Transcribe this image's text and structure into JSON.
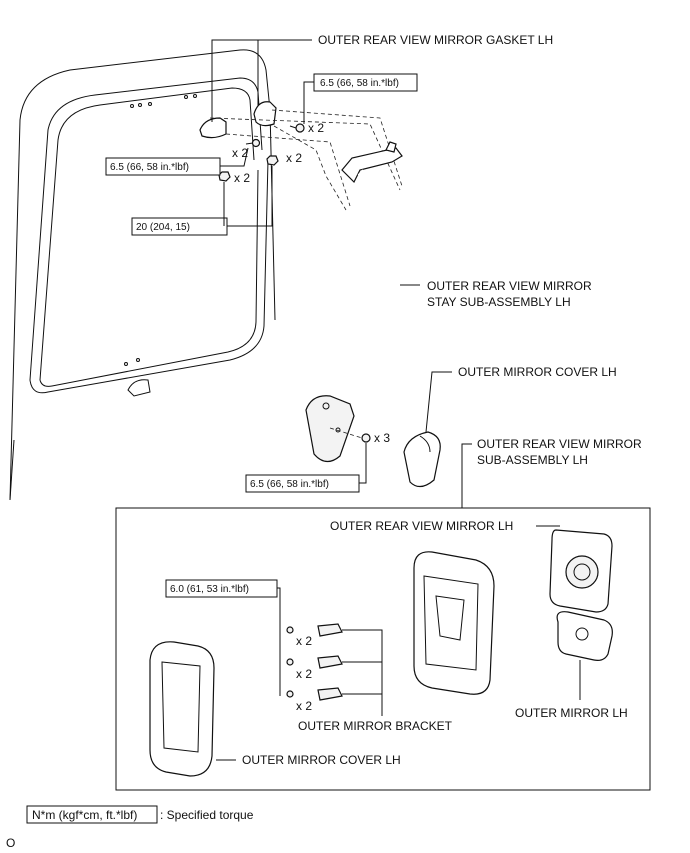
{
  "labels": {
    "gasket": "OUTER REAR VIEW MIRROR GASKET LH",
    "stay_line1": "OUTER REAR VIEW MIRROR",
    "stay_line2": "STAY SUB-ASSEMBLY LH",
    "cover_top": "OUTER MIRROR COVER LH",
    "subassy_line1": "OUTER REAR VIEW MIRROR",
    "subassy_line2": "SUB-ASSEMBLY LH",
    "mirror_lh_header": "OUTER REAR VIEW MIRROR LH",
    "outer_mirror_lh": "OUTER MIRROR LH",
    "bracket": "OUTER MIRROR BRACKET",
    "cover_bottom": "OUTER MIRROR COVER LH"
  },
  "torques": {
    "top_right": "6.5 (66, 58 in.*lbf)",
    "left": "6.5 (66, 58 in.*lbf)",
    "twenty": "20 (204, 15)",
    "bottom": "6.5 (66, 58 in.*lbf)",
    "inset": "6.0 (61, 53 in.*lbf)"
  },
  "quantities": {
    "q_top_bolt": "x 2",
    "q_left_bolt": "x 2",
    "q_right_nut": "x 2",
    "q_left_nut": "x 2",
    "q_bottom": "x 3",
    "q_inset_1": "x 2",
    "q_inset_2": "x 2",
    "q_inset_3": "x 2"
  },
  "legend": {
    "box_text": "N*m (kgf*cm, ft.*lbf)",
    "description": ": Specified torque"
  },
  "footer_mark": "O"
}
